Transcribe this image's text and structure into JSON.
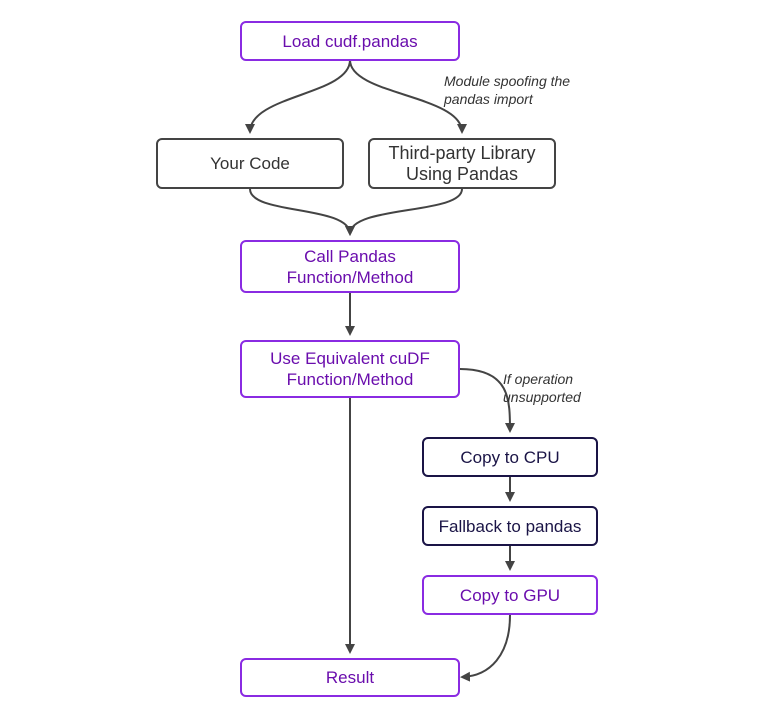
{
  "colors": {
    "accent": "#8a2be2",
    "navy": "#1a1446",
    "neutral": "#444444",
    "edge": "#444444"
  },
  "nodes": {
    "load": "Load cudf.pandas",
    "your_code": "Your Code",
    "third_party": "Third-party Library\nUsing Pandas",
    "call_pandas": "Call Pandas\nFunction/Method",
    "use_cudf": "Use Equivalent cuDF\nFunction/Method",
    "copy_cpu": "Copy to CPU",
    "fallback": "Fallback to pandas",
    "copy_gpu": "Copy to GPU",
    "result": "Result"
  },
  "annotations": {
    "spoofing": "Module spoofing the\npandas import",
    "unsupported": "If operation\nunsupported"
  },
  "edges": [
    {
      "from": "load",
      "to": "your_code"
    },
    {
      "from": "load",
      "to": "third_party"
    },
    {
      "from": "your_code",
      "to": "call_pandas"
    },
    {
      "from": "third_party",
      "to": "call_pandas"
    },
    {
      "from": "call_pandas",
      "to": "use_cudf"
    },
    {
      "from": "use_cudf",
      "to": "result"
    },
    {
      "from": "use_cudf",
      "to": "copy_cpu"
    },
    {
      "from": "copy_cpu",
      "to": "fallback"
    },
    {
      "from": "fallback",
      "to": "copy_gpu"
    },
    {
      "from": "copy_gpu",
      "to": "result"
    }
  ]
}
